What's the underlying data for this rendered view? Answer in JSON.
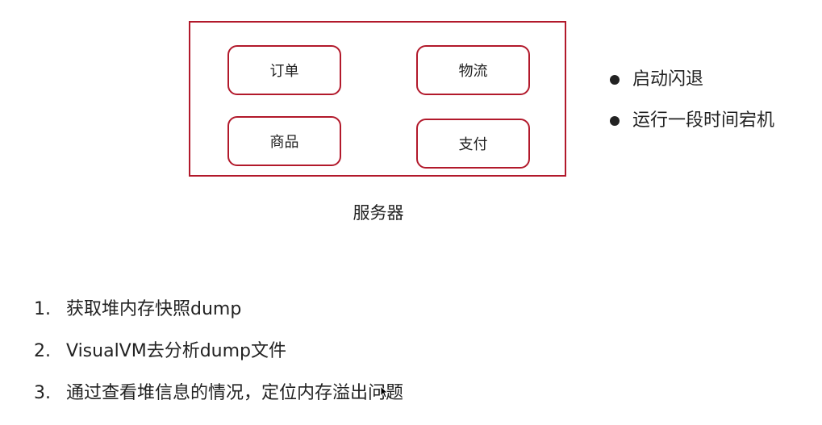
{
  "diagram": {
    "modules": [
      {
        "label": "订单"
      },
      {
        "label": "物流"
      },
      {
        "label": "商品"
      },
      {
        "label": "支付"
      }
    ],
    "server_label": "服务器"
  },
  "symptoms": [
    "启动闪退",
    "运行一段时间宕机"
  ],
  "steps": [
    {
      "number": "1.",
      "text": "获取堆内存快照dump"
    },
    {
      "number": "2.",
      "text": "VisualVM去分析dump文件"
    },
    {
      "number": "3.",
      "text": "通过查看堆信息的情况，定位内存溢出问题"
    }
  ],
  "colors": {
    "border": "#b2192b",
    "text": "#222222"
  }
}
